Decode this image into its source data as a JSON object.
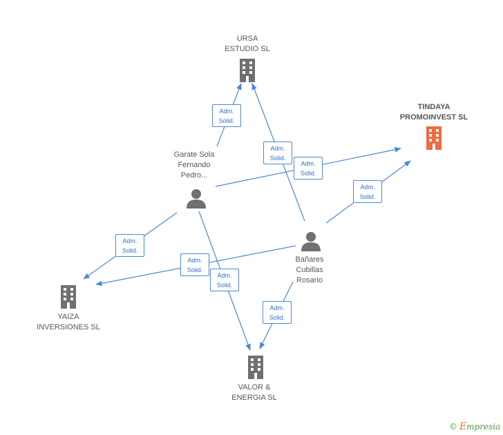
{
  "colors": {
    "edge": "#4a86d8",
    "company_icon": "#707070",
    "target_icon": "#f26a3d",
    "person_icon": "#707070"
  },
  "nodes": {
    "ursa": {
      "line1": "URSA",
      "line2": "ESTUDIO SL"
    },
    "tindaya": {
      "line1": "TINDAYA",
      "line2": "PROMOINVEST SL"
    },
    "garate": {
      "line1": "Garate Sola",
      "line2": "Fernando",
      "line3": "Pedro..."
    },
    "banares": {
      "line1": "Bañares",
      "line2": "Cubillas",
      "line3": "Rosario"
    },
    "yaiza": {
      "line1": "YAIZA",
      "line2": "INVERSIONES SL"
    },
    "valor": {
      "line1": "VALOR &",
      "line2": "ENERGIA SL"
    }
  },
  "edge_labels": {
    "line1": "Adm.",
    "line2": "Solid."
  },
  "edges": [
    {
      "from": "garate",
      "to": "ursa",
      "label": "Adm. Solid."
    },
    {
      "from": "banares",
      "to": "ursa",
      "label": "Adm. Solid."
    },
    {
      "from": "garate",
      "to": "tindaya",
      "label": "Adm. Solid."
    },
    {
      "from": "banares",
      "to": "tindaya",
      "label": "Adm. Solid."
    },
    {
      "from": "garate",
      "to": "yaiza",
      "label": "Adm. Solid."
    },
    {
      "from": "banares",
      "to": "yaiza",
      "label": "Adm. Solid."
    },
    {
      "from": "garate",
      "to": "valor",
      "label": "Adm. Solid."
    },
    {
      "from": "banares",
      "to": "valor",
      "label": "Adm. Solid."
    }
  ],
  "brand": {
    "copyright": "©",
    "e": "E",
    "rest": "mpresia"
  }
}
